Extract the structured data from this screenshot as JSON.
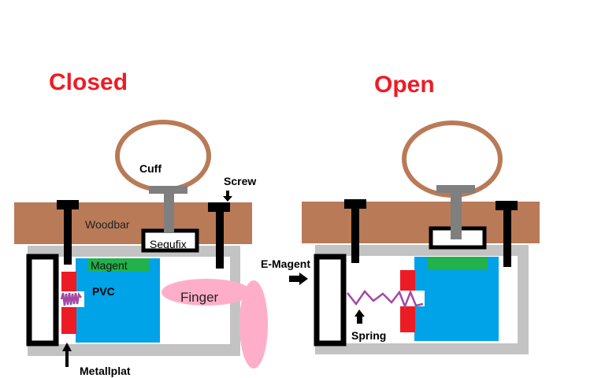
{
  "titles": {
    "closed": "Closed",
    "open": "Open"
  },
  "labels": {
    "cuff": "Cuff",
    "screw": "Screw",
    "woodbar": "Woodbar",
    "segufix": "Segufix",
    "magent": "Magent",
    "pvc": "PVC",
    "finger": "Finger",
    "metallplat": "Metallplat",
    "emagent": "E-Magent",
    "spring": "Spring"
  },
  "colors": {
    "title": "#ed1c24",
    "wood": "#b97a57",
    "frame": "#c3c3c3",
    "pvc": "#00a2e8",
    "magnet": "#22b14c",
    "metal_plate": "#ed1c24",
    "spring": "#a349a4",
    "finger": "#ffaec9",
    "stem": "#7f7f7f",
    "black": "#000000"
  }
}
